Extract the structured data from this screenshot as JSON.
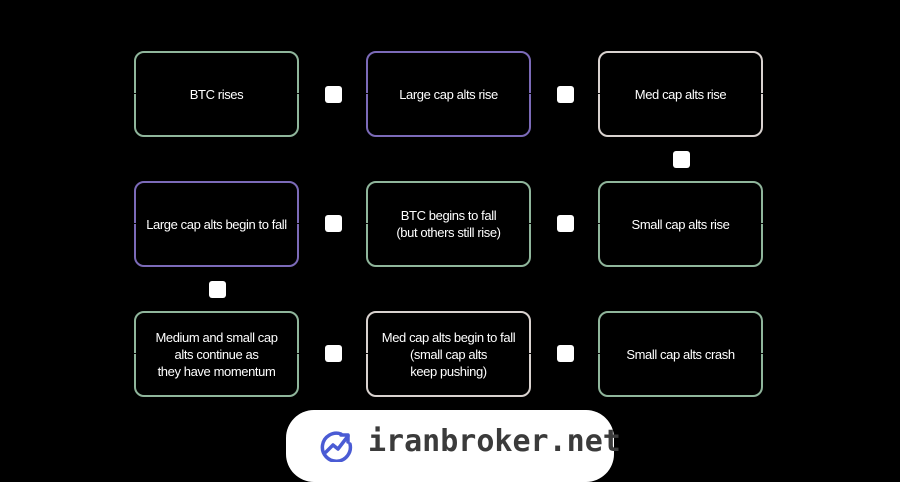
{
  "diagram": {
    "steps": [
      {
        "label": "BTC rises"
      },
      {
        "label": "Large cap alts rise"
      },
      {
        "label": "Med cap alts rise"
      },
      {
        "label": "Small cap alts rise"
      },
      {
        "label": "BTC begins to fall\n(but others still rise)"
      },
      {
        "label": "Large cap alts begin to fall"
      },
      {
        "label": "Medium and small cap\nalts continue as\nthey have momentum"
      },
      {
        "label": "Med cap alts begin to fall\n(small cap alts\nkeep pushing)"
      },
      {
        "label": "Small cap alts crash"
      }
    ],
    "border_colors": {
      "green": "#8fb59b",
      "purple": "#7b6ab8",
      "white": "#d9d2cf"
    },
    "connector_color": "#ffffff"
  },
  "brand": {
    "name": "iranbroker.net",
    "logo_icon": "trend-arrow-logo-icon",
    "text_color": "#3b3b3b",
    "logo_color": "#4a5bd4"
  }
}
